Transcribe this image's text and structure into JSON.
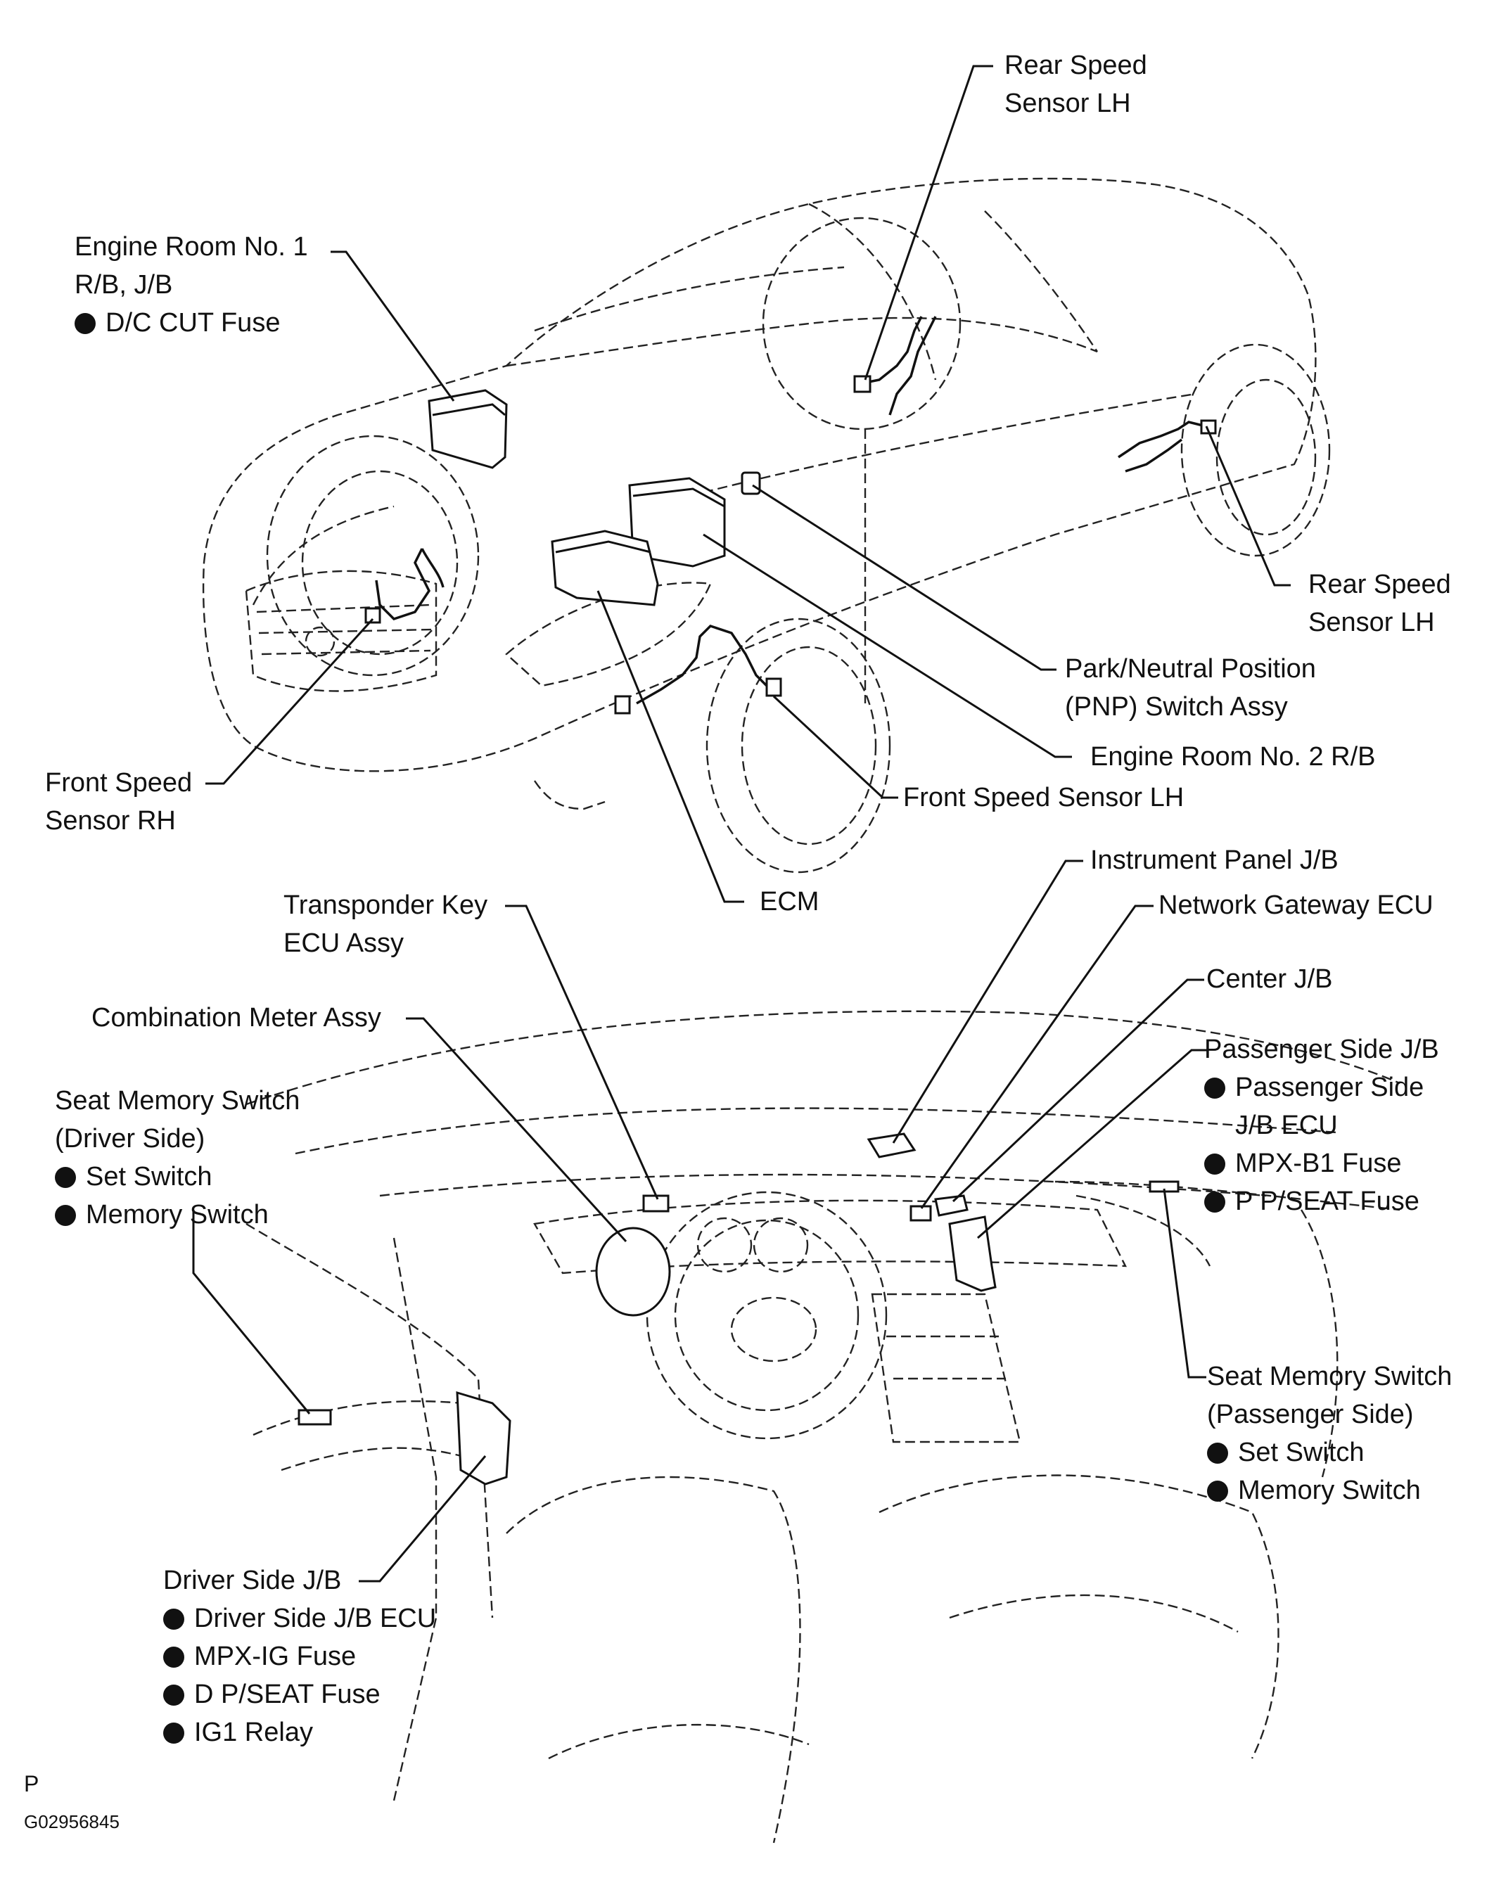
{
  "labels": {
    "rear_lh_top": [
      "Rear Speed",
      "Sensor LH"
    ],
    "engine_room_1": [
      "Engine Room No. 1",
      "R/B, J/B",
      "D/C CUT Fuse"
    ],
    "rear_lh_right": [
      "Rear Speed",
      "Sensor LH"
    ],
    "pnp": [
      "Park/Neutral Position",
      "(PNP) Switch Assy"
    ],
    "engine_room_2": "Engine Room No. 2 R/B",
    "front_lh": "Front Speed Sensor LH",
    "front_rh": [
      "Front Speed",
      "Sensor RH"
    ],
    "ecm": "ECM",
    "instrument_panel_jb": "Instrument Panel J/B",
    "network_gateway": "Network Gateway ECU",
    "transponder": [
      "Transponder Key",
      "ECU Assy"
    ],
    "center_jb": "Center J/B",
    "combination_meter": "Combination Meter Assy",
    "passenger_jb": [
      "Passenger Side J/B",
      "Passenger Side",
      "J/B ECU",
      "MPX-B1 Fuse",
      "P P/SEAT Fuse"
    ],
    "seat_mem_driver": [
      "Seat Memory Switch",
      "(Driver Side)",
      "Set Switch",
      "Memory Switch"
    ],
    "seat_mem_passenger": [
      "Seat Memory Switch",
      "(Passenger Side)",
      "Set Switch",
      "Memory Switch"
    ],
    "driver_jb": [
      "Driver Side J/B",
      "Driver Side J/B ECU",
      "MPX-IG Fuse",
      "D P/SEAT Fuse",
      "IG1 Relay"
    ]
  },
  "footer": {
    "letter": "P",
    "code": "G02956845"
  }
}
